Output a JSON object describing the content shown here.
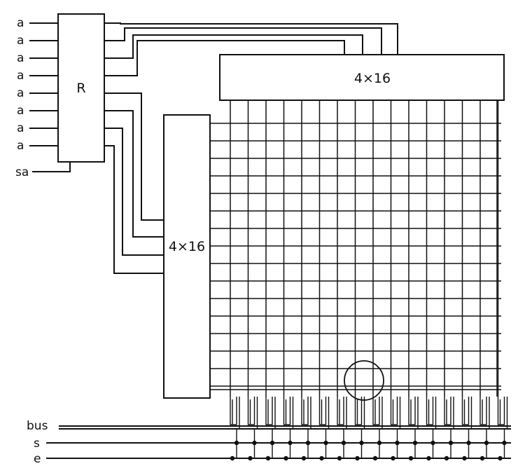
{
  "inputs": {
    "address_labels": [
      "a",
      "a",
      "a",
      "a",
      "a",
      "a",
      "a",
      "a"
    ],
    "sa_label": "sa",
    "bus_label": "bus",
    "s_label": "s",
    "e_label": "e"
  },
  "blocks": {
    "register_label": "R",
    "column_decoder_label": "4×16",
    "row_decoder_label": "4×16"
  },
  "colors": {
    "line": "#111111",
    "background": "#ffffff"
  }
}
